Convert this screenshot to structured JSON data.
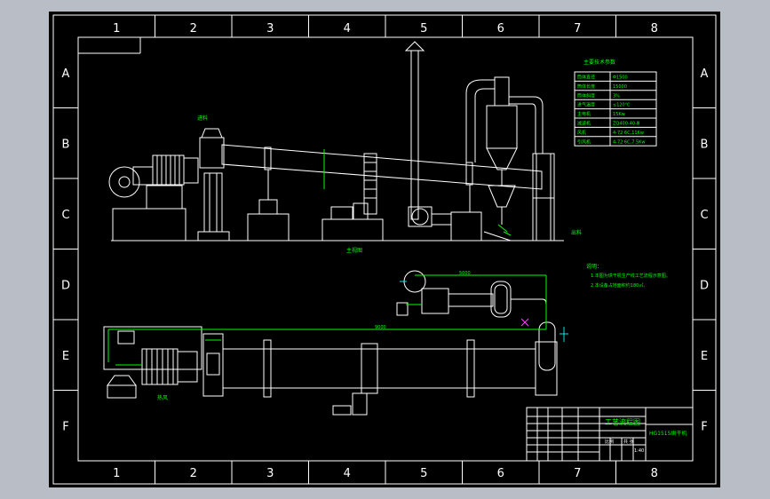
{
  "drawing": {
    "col_labels": [
      "1",
      "2",
      "3",
      "4",
      "5",
      "6",
      "7",
      "8"
    ],
    "row_labels": [
      "A",
      "B",
      "C",
      "D",
      "E",
      "F"
    ],
    "colors": {
      "border": "#ffffff",
      "equipment": "#ffffff",
      "green": "#00ff00",
      "cyan": "#00e5e5",
      "magenta": "#ff44ff",
      "background": "#000000"
    }
  },
  "spec_table": {
    "title": "主要技术参数",
    "rows": [
      {
        "label": "筒体直径",
        "value": "Φ1500"
      },
      {
        "label": "筒体长度",
        "value": "15000"
      },
      {
        "label": "筒体斜度",
        "value": "3%"
      },
      {
        "label": "进气温度",
        "value": "≤120℃"
      },
      {
        "label": "主电机",
        "value": "15Kw"
      },
      {
        "label": "减速机",
        "value": "ZQ400-40-Ⅲ"
      },
      {
        "label": "风机",
        "value": "4-72 6C,11Kw"
      },
      {
        "label": "引风机",
        "value": "4-72 6C,7.5Kw"
      }
    ]
  },
  "labels": {
    "feed_inlet": "进料",
    "elevation_view": "主视图",
    "hot_air": "热风",
    "discharge": "出料",
    "dim_top": "5000",
    "dim_mid": "9000"
  },
  "notes": {
    "title": "说明：",
    "line1": "1.本图为烘干机生产线工艺流程示意图。",
    "line2": "2.本设备占地面积约180㎡。"
  },
  "title_block": {
    "name": "工艺流程图",
    "code": "HG1515烘干机",
    "scale_label": "比例",
    "sheet_label": "共 张",
    "number": "1:40"
  }
}
